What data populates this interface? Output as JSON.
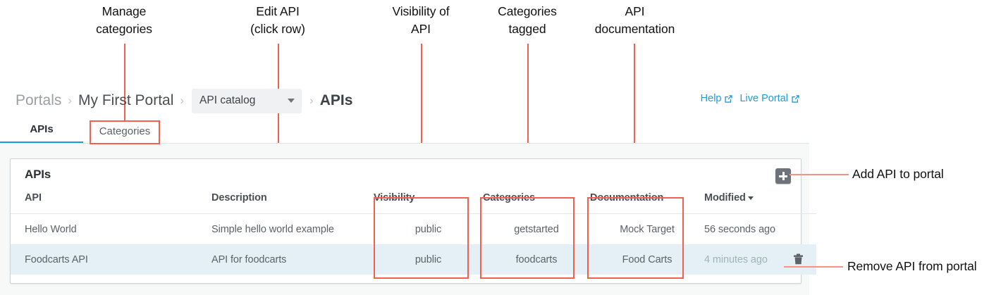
{
  "annotations": {
    "top": [
      {
        "text": "Manage\ncategories",
        "name": "annotation-manage-categories"
      },
      {
        "text": "Edit API\n(click row)",
        "name": "annotation-edit-api"
      },
      {
        "text": "Visibility of\nAPI",
        "name": "annotation-visibility-of-api"
      },
      {
        "text": "Categories\ntagged",
        "name": "annotation-categories-tagged"
      },
      {
        "text": "API\ndocumentation",
        "name": "annotation-api-documentation"
      }
    ],
    "side": [
      {
        "text": "Add API to portal",
        "name": "annotation-add-api-to-portal"
      },
      {
        "text": "Remove API from portal",
        "name": "annotation-remove-api-from-portal"
      }
    ],
    "accent_color": "#f4604f",
    "leader_color": "#f79288"
  },
  "breadcrumb": {
    "portals": "Portals",
    "portal_name": "My First Portal",
    "catalog_select": "API catalog",
    "current": "APIs",
    "separator": "›"
  },
  "header_links": {
    "help": "Help",
    "live_portal": "Live Portal",
    "link_color": "#1b9dd9"
  },
  "tabs": [
    {
      "label": "APIs",
      "active": true
    },
    {
      "label": "Categories",
      "active": false
    }
  ],
  "card": {
    "title": "APIs",
    "add_button_label": "+"
  },
  "table": {
    "columns": [
      {
        "key": "api",
        "label": "API"
      },
      {
        "key": "description",
        "label": "Description"
      },
      {
        "key": "visibility",
        "label": "Visibility"
      },
      {
        "key": "categories",
        "label": "Categories"
      },
      {
        "key": "documentation",
        "label": "Documentation"
      },
      {
        "key": "modified",
        "label": "Modified",
        "sorted": true,
        "sort_dir": "desc"
      }
    ],
    "rows": [
      {
        "api": "Hello World",
        "description": "Simple hello world example",
        "visibility": "public",
        "categories": "getstarted",
        "documentation": "Mock Target",
        "modified": "56 seconds ago",
        "selected": false
      },
      {
        "api": "Foodcarts API",
        "description": "API for foodcarts",
        "visibility": "public",
        "categories": "foodcarts",
        "documentation": "Food Carts",
        "modified": "4 minutes ago",
        "selected": true
      }
    ],
    "selected_row_color": "#e4f0f5"
  }
}
